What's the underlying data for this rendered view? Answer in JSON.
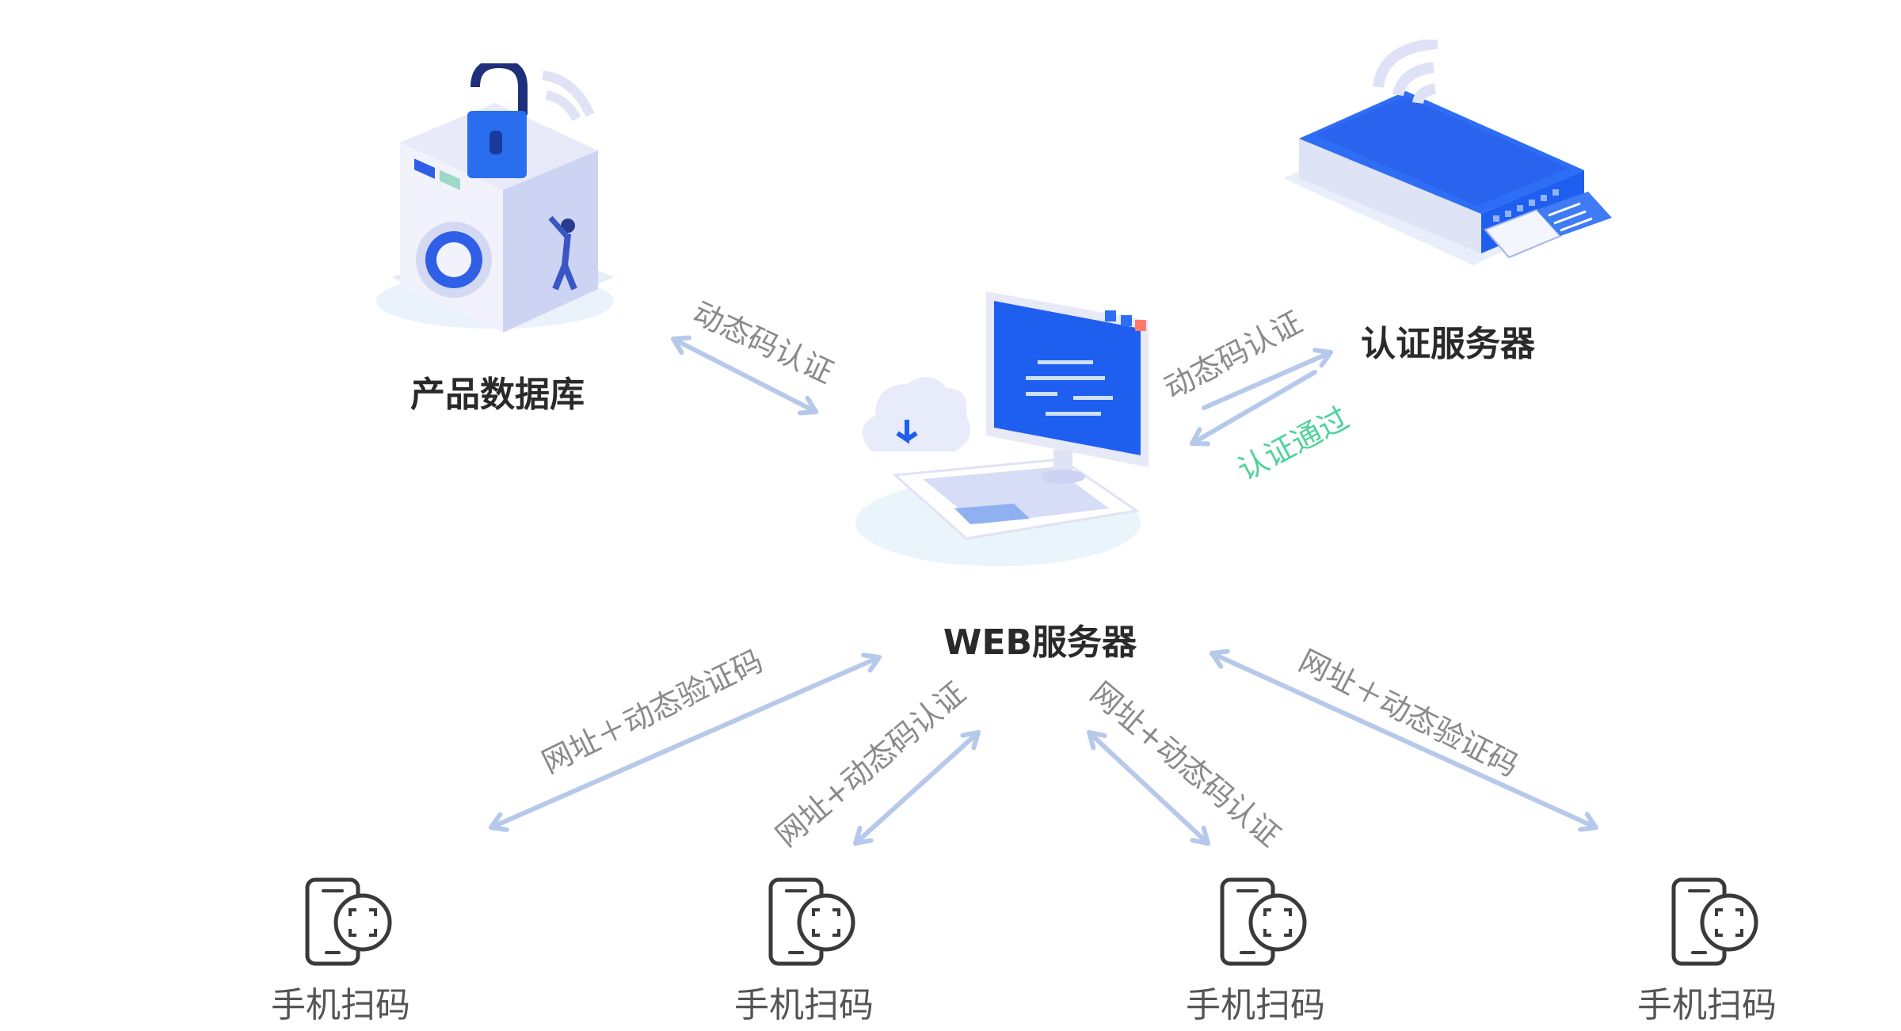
{
  "colors": {
    "arrow": "#b7c9ea",
    "label_gray": "#8a8a8a",
    "label_green": "#4ed39a",
    "primary_blue": "#1f5ff0",
    "soft_lavender": "#dfe2f7",
    "title_dark": "#2a2a2a"
  },
  "nodes": {
    "product_db": {
      "title": "产品数据库",
      "icon": "washing-machine-lock-icon"
    },
    "auth_server": {
      "title": "认证服务器",
      "icon": "rack-server-icon"
    },
    "web_server": {
      "title": "WEB服务器",
      "icon": "computer-monitor-icon"
    }
  },
  "edges": {
    "db_web": {
      "label": "动态码认证"
    },
    "web_auth": {
      "label": "动态码认证"
    },
    "auth_web": {
      "label": "认证通过"
    },
    "phone1": {
      "label": "网址＋动态验证码"
    },
    "phone2": {
      "label": "网址+动态码认证"
    },
    "phone3": {
      "label": "网址+动态码认证"
    },
    "phone4": {
      "label": "网址＋动态验证码"
    }
  },
  "phones": [
    {
      "label": "手机扫码",
      "icon": "phone-scan-icon"
    },
    {
      "label": "手机扫码",
      "icon": "phone-scan-icon"
    },
    {
      "label": "手机扫码",
      "icon": "phone-scan-icon"
    },
    {
      "label": "手机扫码",
      "icon": "phone-scan-icon"
    }
  ]
}
